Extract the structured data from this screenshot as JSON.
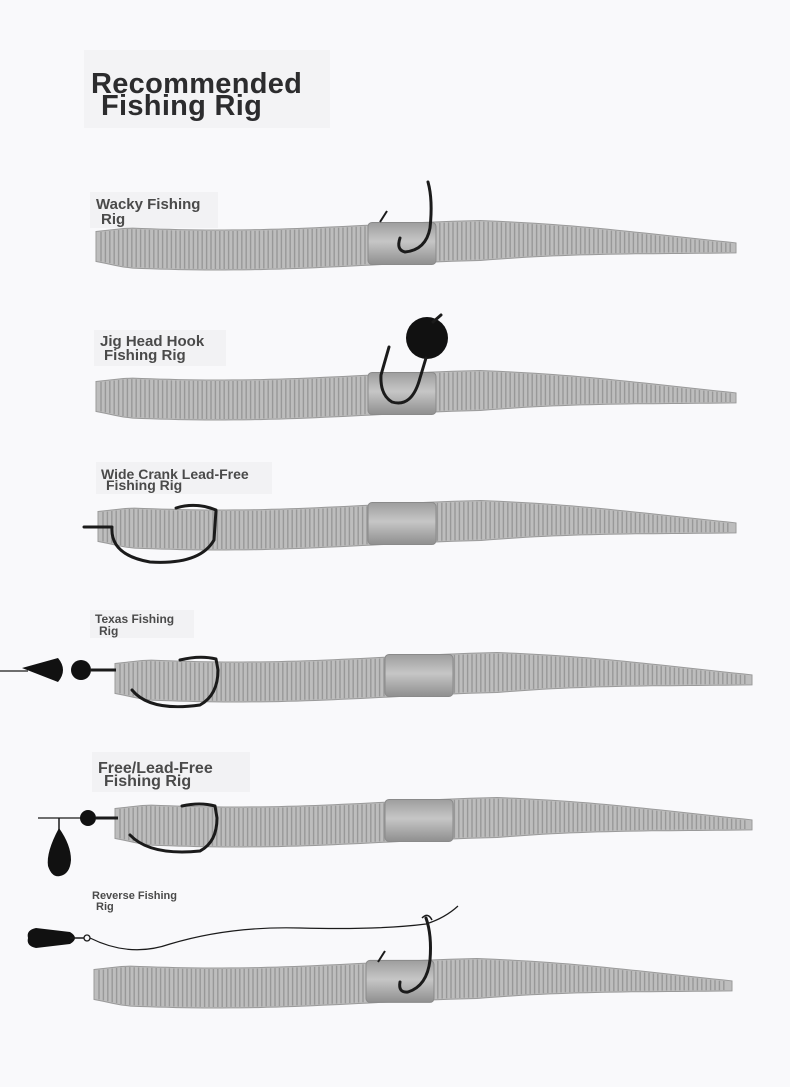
{
  "title": {
    "line1": "Recommended",
    "line2": "Fishing Rig"
  },
  "colors": {
    "background": "#f9f9fb",
    "worm_body": "#bdbdbd",
    "worm_ring": "#8c8c8c",
    "worm_band": "#a9a9a9",
    "hook": "#1b1b1b",
    "title_text": "#2c2c2e",
    "label_text": "#4a4a4a"
  },
  "rigs": [
    {
      "label_line1": "Wacky Fishing",
      "label_line2": "Rig"
    },
    {
      "label_line1": "Jig Head Hook",
      "label_line2": "Fishing Rig"
    },
    {
      "label_line1": "Wide Crank Lead-Free",
      "label_line2": "Fishing Rig"
    },
    {
      "label_line1": "Texas Fishing",
      "label_line2": "Rig"
    },
    {
      "label_line1": "Free/Lead-Free",
      "label_line2": "Fishing Rig"
    },
    {
      "label_line1": "Reverse Fishing",
      "label_line2": "Rig"
    }
  ]
}
